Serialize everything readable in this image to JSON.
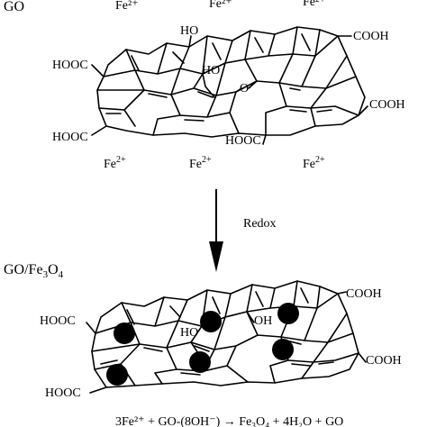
{
  "top": {
    "label": "GO",
    "ions_above": [
      "Fe²⁺",
      "Fe²⁺",
      "Fe²⁺"
    ],
    "groups": {
      "oh_top": "HO",
      "cooh_top_right": "COOH",
      "hooc_left": "HOOC",
      "oh_mid": "HO",
      "o_bridge": "O",
      "cooh_right": "COOH",
      "hooc_bottom_left": "HOOC",
      "hooc_bottom_mid": "HOOC"
    },
    "ions_below": [
      "Fe",
      "Fe",
      "Fe"
    ],
    "ion_charge": "2+"
  },
  "arrow": {
    "label": "Redox"
  },
  "bottom": {
    "label_prefix": "GO/Fe",
    "label_sub1": "3",
    "label_mid": "O",
    "label_sub2": "4",
    "groups": {
      "cooh_top_right": "COOH",
      "hooc_left": "HOOC",
      "oh_mid": "OH",
      "ho_mid": "HO",
      "cooh_right": "COOH",
      "hooc_bottom_left": "HOOC"
    },
    "particle_color": "#000000"
  },
  "equation": "3Fe²⁺ + GO-(8OH⁻) → Fe₃O₄ + 4H₂O + GO"
}
